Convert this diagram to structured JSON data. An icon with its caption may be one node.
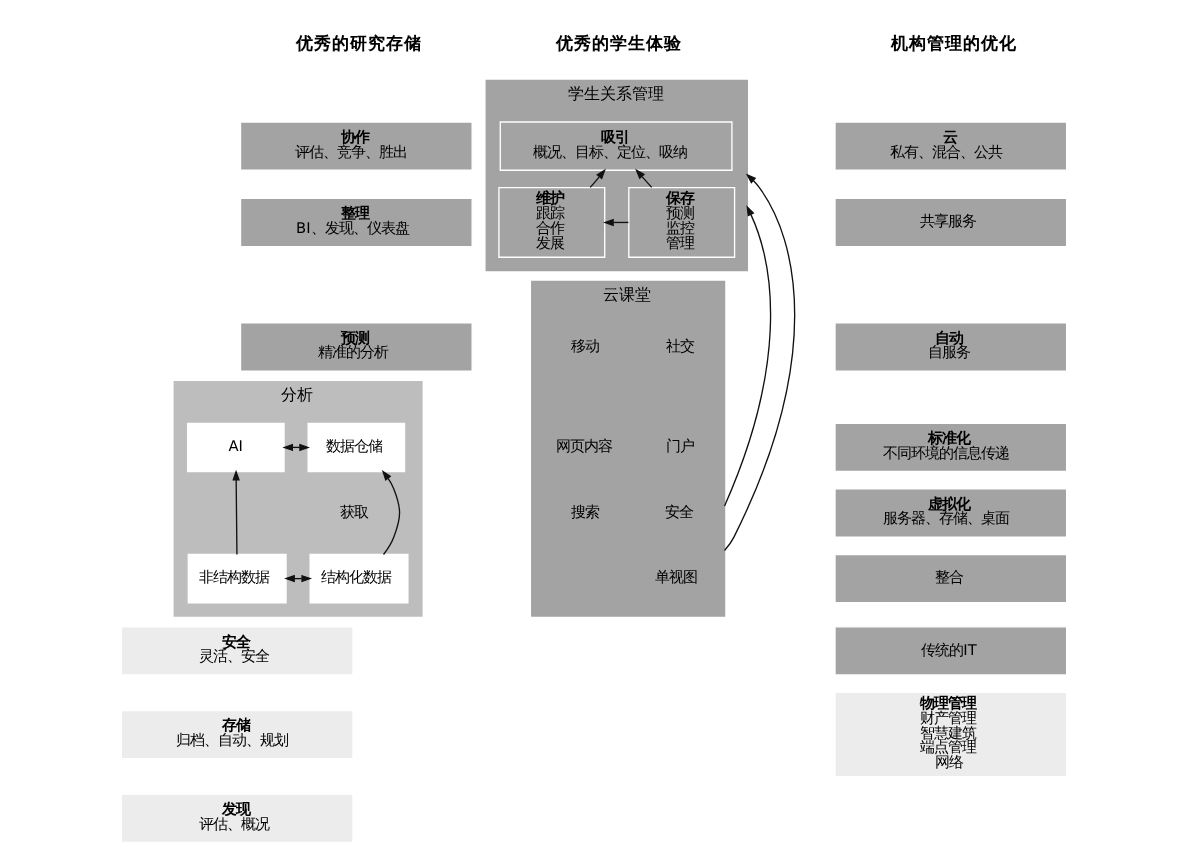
{
  "diagram": {
    "nodes": [
      {
        "text": [
          "协作",
          "评估、竞争、胜出"
        ]
      },
      {
        "text": [
          "整理",
          "BI、发现、仪表盘"
        ]
      },
      {
        "text": [
          "预测",
          "精准的分析"
        ]
      },
      {
        "text": [
          "分析",
          "获取"
        ]
      },
      {
        "text": [
          "数据仓储"
        ],
        "in": 3
      },
      {
        "text": [
          "AI"
        ],
        "in": 3
      },
      {
        "text": [
          "结构化数据"
        ],
        "in": 3
      },
      {
        "text": [
          "非结构数据"
        ],
        "in": 3
      },
      {
        "text": [
          "安全",
          "灵活、安全"
        ]
      },
      {
        "text": [
          "存储",
          "归档、自动、规划"
        ]
      },
      {
        "text": [
          "发现",
          "评估、概况"
        ]
      },
      {
        "text": [
          "学生关系管理"
        ]
      },
      {
        "text": [
          "吸引",
          "概况、目标、定位、吸纳"
        ],
        "in": 11
      },
      {
        "text": [
          "维护",
          "跟踪",
          "合作",
          "发展"
        ],
        "in": 11
      },
      {
        "text": [
          "保存",
          "预测",
          "监控",
          "管理"
        ],
        "in": 11
      },
      {
        "text": [
          "云课堂"
        ]
      },
      {
        "text": [
          "云",
          "私有、混合、公共"
        ]
      },
      {
        "text": [
          "共享服务"
        ]
      },
      {
        "text": [
          "自动",
          "自服务"
        ]
      },
      {
        "text": [
          "标准化",
          "不同环境的信息传递"
        ]
      },
      {
        "text": [
          "虚拟化",
          "服务器、存储、桌面"
        ]
      },
      {
        "text": [
          "整合"
        ]
      },
      {
        "text": [
          "传统的IT"
        ]
      },
      {
        "text": [
          "物理管理",
          "财产管理",
          "智慧建筑",
          "端点管理",
          "网络"
        ]
      }
    ],
    "edges": [
      {
        "from": 4,
        "to": 5,
        "arrow": "both"
      },
      {
        "from": 6,
        "to": 4,
        "arrow": "to"
      },
      {
        "from": 7,
        "to": 5,
        "arrow": "to"
      },
      {
        "from": 6,
        "to": 7,
        "arrow": "both"
      },
      {
        "from": 13,
        "to": 12,
        "arrow": "to"
      },
      {
        "from": 14,
        "to": 12,
        "arrow": "to"
      },
      {
        "from": 14,
        "to": 13,
        "arrow": "to"
      },
      {
        "from": 15,
        "to": 11,
        "arrow": "to"
      },
      {
        "from": 15,
        "to": 11,
        "arrow": "to"
      }
    ],
    "labels": [
      "优秀的研究存储",
      "优秀的学生体验",
      "机构管理的优化",
      "社交",
      "移动",
      "门户",
      "网页内容",
      "安全",
      "搜索",
      "单视图"
    ]
  }
}
